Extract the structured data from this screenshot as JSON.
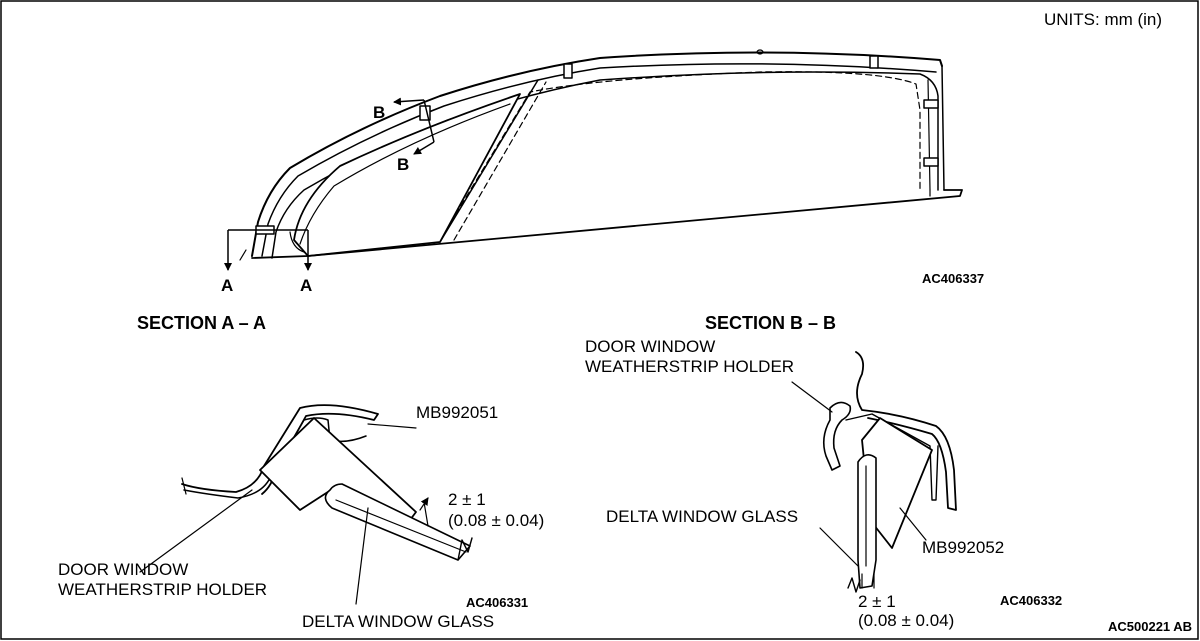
{
  "units": "UNITS: mm (in)",
  "top_view": {
    "marker_b_top": "B",
    "marker_b_bottom": "B",
    "marker_a_left": "A",
    "marker_a_right": "A",
    "figure_code": "AC406337"
  },
  "section_a": {
    "title": "SECTION A – A",
    "tool": "MB992051",
    "clearance_value": "2 ± 1",
    "clearance_inch": "(0.08 ± 0.04)",
    "holder_label_line1": "DOOR WINDOW",
    "holder_label_line2": "WEATHERSTRIP HOLDER",
    "glass_label": "DELTA WINDOW GLASS",
    "figure_code": "AC406331"
  },
  "section_b": {
    "title": "SECTION B – B",
    "holder_label_line1": "DOOR WINDOW",
    "holder_label_line2": "WEATHERSTRIP HOLDER",
    "glass_label": "DELTA WINDOW GLASS",
    "tool": "MB992052",
    "clearance_value": "2 ± 1",
    "clearance_inch": "(0.08 ± 0.04)",
    "figure_code": "AC406332"
  },
  "sheet_code": "AC500221 AB",
  "colors": {
    "line": "#000000",
    "part_fill": "#ffffff",
    "border": "#000000"
  }
}
